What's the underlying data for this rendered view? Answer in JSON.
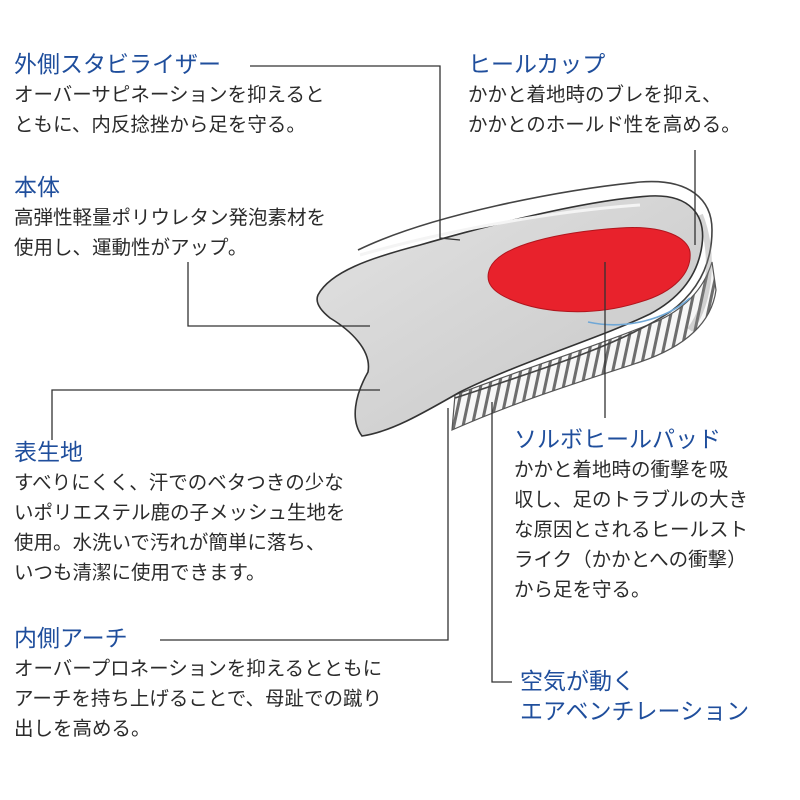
{
  "callouts": {
    "outer_stabilizer": {
      "title": "外側スタビライザー",
      "lines": [
        "オーバーサピネーションを抑えると",
        "ともに、内反捻挫から足を守る。"
      ]
    },
    "heel_cup": {
      "title": "ヒールカップ",
      "lines": [
        "かかと着地時のブレを抑え、",
        "かかとのホールド性を高める。"
      ]
    },
    "body": {
      "title": "本体",
      "lines": [
        "高弾性軽量ポリウレタン発泡素材を",
        "使用し、運動性がアップ。"
      ]
    },
    "surface": {
      "title": "表生地",
      "lines": [
        "すべりにくく、汗でのベタつきの少な",
        "いポリエステル鹿の子メッシュ生地を",
        "使用。水洗いで汚れが簡単に落ち、",
        "いつも清潔に使用できます。"
      ]
    },
    "sorbo_pad": {
      "title": "ソルボヒールパッド",
      "lines": [
        "かかと着地時の衝撃を吸",
        "収し、足のトラブルの大き",
        "な原因とされるヒールスト",
        "ライク（かかとへの衝撃）",
        "から足を守る。"
      ]
    },
    "inner_arch": {
      "title": "内側アーチ",
      "lines": [
        "オーバープロネーションを抑えるとともに",
        "アーチを持ち上げることで、母趾での蹴り",
        "出しを高める。"
      ]
    },
    "air_ventilation": {
      "title_lines": [
        "空気が動く",
        "エアベンチレーション"
      ]
    }
  },
  "colors": {
    "title": "#1f4e9c",
    "text": "#2b2b2b",
    "pad": "#e8222c",
    "insole": "#d4d4d4",
    "leader": "#333333"
  }
}
